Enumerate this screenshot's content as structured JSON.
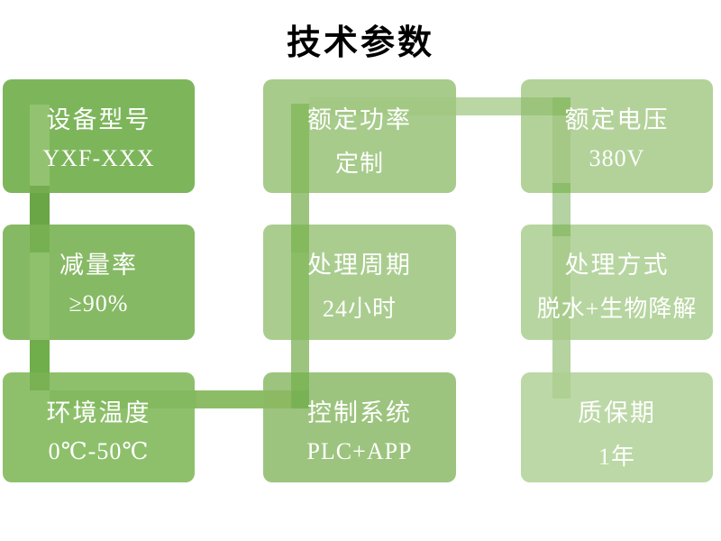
{
  "title": "技术参数",
  "boxes": [
    {
      "id": "device-model",
      "label": "设备型号",
      "value": "YXF-XXX",
      "tint": "#7db55b"
    },
    {
      "id": "rated-power",
      "label": "额定功率",
      "value": "定制",
      "tint": "#a7cb8b"
    },
    {
      "id": "rated-voltage",
      "label": "额定电压",
      "value": "380V",
      "tint": "#b3d29a"
    },
    {
      "id": "reduction-rate",
      "label": "减量率",
      "value": "≥90%",
      "tint": "#86b964"
    },
    {
      "id": "processing-cycle",
      "label": "处理周期",
      "value": "24小时",
      "tint": "#aacd8f"
    },
    {
      "id": "processing-method",
      "label": "处理方式",
      "value": "脱水+生物降解",
      "tint": "#b7d5a0"
    },
    {
      "id": "ambient-temperature",
      "label": "环境温度",
      "value": "0℃-50℃",
      "tint": "#8ec06c"
    },
    {
      "id": "control-system",
      "label": "控制系统",
      "value": "PLC+APP",
      "tint": "#9cc47e"
    },
    {
      "id": "warranty-period",
      "label": "质保期",
      "value": "1年",
      "tint": "#bcd8a6"
    }
  ],
  "palette": {
    "background": "#ffffff",
    "title_color": "#000000",
    "card_text_color": "#ffffff",
    "accent_green": "#7db55b",
    "l1": "#93c271",
    "l2": "#74ac4f",
    "l3": "#6aa546",
    "l4": "#77b051",
    "l5": "#8fc06c",
    "l6": "#6fae4a",
    "l7": "#79b153",
    "m1": "#8abc64",
    "m2": "#9cc47f",
    "m3": "#84b95e",
    "m4": "#8abd65",
    "m5": "#9cc47f",
    "m6": "#80b65a",
    "r0": "#8fbe6b",
    "r1": "#a5c887",
    "r1b": "#8cbd6a",
    "r2": "#b4d2a2",
    "r3": "#8fbf6f",
    "r4": "#a9cc8d",
    "r5": "#b5d39e",
    "r6": "#aed093",
    "t1": "#a3c883",
    "t2": "#b9d6a3",
    "t3": "#9cc47d",
    "b1": "#84b95f",
    "b2": "#8cbd66",
    "b3": "#8db963",
    "b4": "#79b254"
  }
}
